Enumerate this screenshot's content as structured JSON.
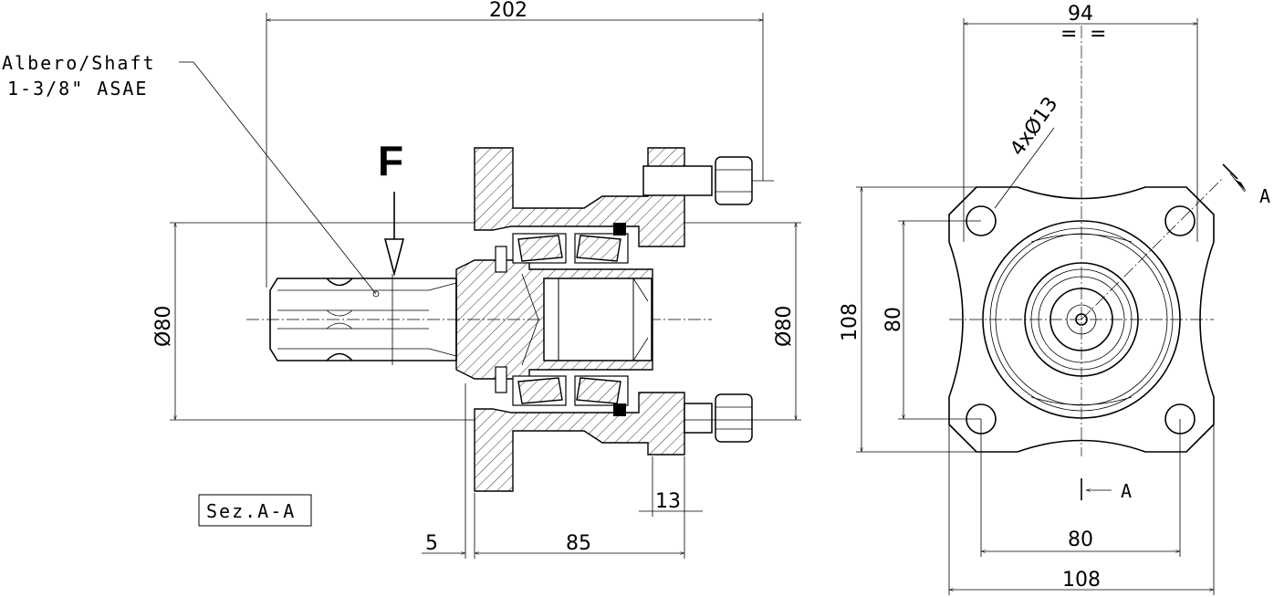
{
  "labels": {
    "shaft_line1": "Albero/Shaft",
    "shaft_line2": "1-3/8\" ASAE",
    "force": "F",
    "section_name": "Sez.A-A",
    "section_mark_top": "A",
    "section_mark_bottom": "A",
    "holes": "4xØ13",
    "equal_left": "=",
    "equal_right": "="
  },
  "dimensions": {
    "overall_length": "202",
    "shaft_diameter": "Ø80",
    "hub_diameter": "Ø80",
    "flange_offset": "5",
    "hub_length": "85",
    "rear_flange": "13",
    "front_width_top": "94",
    "front_height_outer": "108",
    "front_height_holes": "80",
    "front_width_holes": "80",
    "front_width_outer": "108"
  }
}
